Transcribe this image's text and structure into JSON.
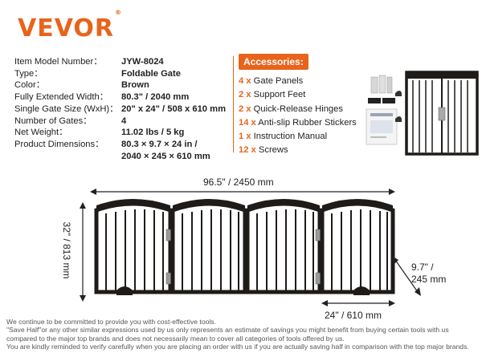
{
  "brand": {
    "name": "VEVOR",
    "trademark": "®"
  },
  "specs": [
    {
      "label": "Item Model Number：",
      "value": "JYW-8024"
    },
    {
      "label": "Type：",
      "value": "Foldable Gate"
    },
    {
      "label": "Color：",
      "value": "Brown"
    },
    {
      "label": "Fully Extended  Width：",
      "value": "80.3\" / 2040 mm"
    },
    {
      "label": "Single Gate Size (WxH)：",
      "value": "20\" x 24\" / 508 x 610 mm"
    },
    {
      "label": "Number of Gates：",
      "value": "4"
    },
    {
      "label": "Net Weight：",
      "value": "11.02 lbs / 5 kg"
    },
    {
      "label": "Product Dimensions：",
      "value": "80.3 × 9.7 × 24 in /"
    },
    {
      "label": "",
      "value": "2040 × 245 × 610 mm"
    }
  ],
  "accessories": {
    "title": "Accessories:",
    "items": [
      {
        "qty": "4 x",
        "name": "Gate Panels"
      },
      {
        "qty": "2 x",
        "name": "Support Feet"
      },
      {
        "qty": "2 x",
        "name": "Quick-Release Hinges"
      },
      {
        "qty": "14 x",
        "name": "Anti-slip Rubber Stickers"
      },
      {
        "qty": "1 x",
        "name": "Instruction Manual"
      },
      {
        "qty": "12 x",
        "name": "Screws"
      }
    ]
  },
  "dimensions": {
    "width": "96.5\" / 2450 mm",
    "height": "32\" / 813 mm",
    "depth_line1": "9.7\" /",
    "depth_line2": "245 mm",
    "panel_width": "24\" / 610 mm"
  },
  "disclaimer": [
    "We continue to be committed to provide you with cost-effective tools.",
    "\"Save Half\"or any other similar expressions used by us only represents an estimate of savings you might benefit from buying certain tools with us",
    "compared to the major top brands and does not necessarily mean to cover all categories of tools offered by us.",
    "You are kindly reminded to verify carefully when you are placing an order with us if you are actually saving half in comparison with the top major brands."
  ],
  "colors": {
    "accent": "#e8641c",
    "gate": "#1e1b19",
    "text": "#222222"
  }
}
